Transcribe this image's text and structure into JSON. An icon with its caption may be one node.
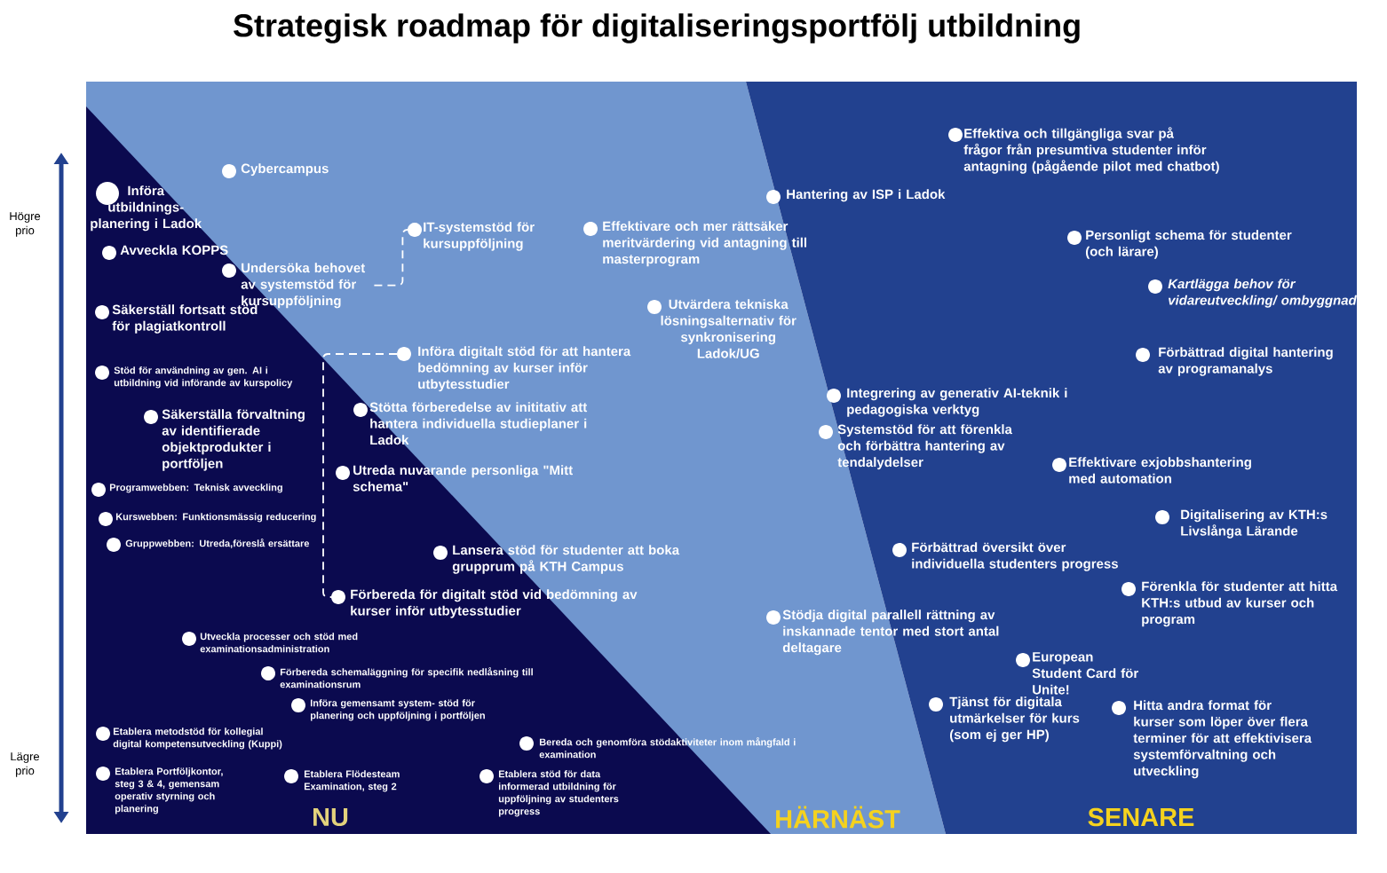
{
  "diagram": {
    "title": "Strategisk roadmap för digitaliseringsportfölj utbildning",
    "nodes": [
      {
        "text": [
          "Införa utbildnings- planering i Ladok"
        ]
      },
      {
        "text": [
          "Cybercampus"
        ]
      },
      {
        "text": [
          "Avveckla KOPPS"
        ]
      },
      {
        "text": [
          "Undersöka behovet av systemstöd för kursuppföljning"
        ]
      },
      {
        "text": [
          "IT-systemstöd för kursuppföljning"
        ]
      },
      {
        "text": [
          "Effektivare och mer rättsäker meritvärdering vid antagning till masterprogram"
        ]
      },
      {
        "text": [
          "Säkerställ fortsatt stöd för plagiatkontroll"
        ]
      },
      {
        "text": [
          "Utvärdera tekniska lösningsalternativ för synkronisering Ladok/UG"
        ]
      },
      {
        "text": [
          "Stöd för användning av gen. AI i utbildning vid införande av kurspolicy"
        ]
      },
      {
        "text": [
          "Införa digitalt stöd för att hantera bedömning av kurser inför utbytesstudier"
        ]
      },
      {
        "text": [
          "Säkerställa förvaltning av identifierade objektprodukter i portföljen"
        ]
      },
      {
        "text": [
          "Stötta förberedelse av inititativ att hantera individuella studieplaner i Ladok"
        ]
      },
      {
        "text": [
          "Utreda nuvarande personliga \"Mitt schema\""
        ]
      },
      {
        "text": [
          "Programwebben: Teknisk avveckling"
        ]
      },
      {
        "text": [
          "Kurswebben: Funktionsmässig reducering"
        ]
      },
      {
        "text": [
          "Gruppwebben: Utreda,föreslå ersättare"
        ]
      },
      {
        "text": [
          "Lansera stöd för studenter att boka grupprum på KTH Campus"
        ]
      },
      {
        "text": [
          "Förbereda för digitalt stöd vid bedömning av kurser inför utbytesstudier"
        ]
      },
      {
        "text": [
          "Utveckla processer och stöd med examinationsadministration"
        ]
      },
      {
        "text": [
          "Förbereda schemaläggning för specifik nedlåsning till examinationsrum"
        ]
      },
      {
        "text": [
          "Införa gemensamt system- stöd för planering och uppföljning i portföljen"
        ]
      },
      {
        "text": [
          "Etablera metodstöd för kollegial digital kompetensutveckling (Kuppi)"
        ]
      },
      {
        "text": [
          "Bereda och genomföra stödaktiviteter inom mångfald i examination"
        ]
      },
      {
        "text": [
          "Etablera Portföljkontor, steg 3 & 4, gemensam operativ styrning och planering"
        ]
      },
      {
        "text": [
          "Etablera Flödesteam Examination, steg 2"
        ]
      },
      {
        "text": [
          "Etablera stöd för data informerad utbildning för uppföljning av studenters progress"
        ]
      },
      {
        "text": [
          "Effektiva och tillgängliga svar på frågor från presumtiva studenter inför antagning (pågående pilot med chatbot)"
        ]
      },
      {
        "text": [
          "Hantering av ISP i Ladok"
        ]
      },
      {
        "text": [
          "Personligt schema för studenter (och lärare)"
        ]
      },
      {
        "text": [
          "Kartlägga behov för vidareutveckling/ ombyggnad"
        ]
      },
      {
        "text": [
          "Förbättrad digital hantering av programanalys"
        ]
      },
      {
        "text": [
          "Integrering av generativ AI-teknik i pedagogiska verktyg"
        ]
      },
      {
        "text": [
          "Systemstöd för att förenkla och förbättra hantering av tendalydelser"
        ]
      },
      {
        "text": [
          "Effektivare exjobbshantering med automation"
        ]
      },
      {
        "text": [
          "Digitalisering av KTH:s Livslånga Lärande"
        ]
      },
      {
        "text": [
          "Förbättrad översikt över individuella studenters progress"
        ]
      },
      {
        "text": [
          "Förenkla för studenter att hitta KTH:s utbud av kurser och program"
        ]
      },
      {
        "text": [
          "Stödja digital parallell rättning av inskannade tentor med stort antal deltagare"
        ]
      },
      {
        "text": [
          "European Student Card för Unite!"
        ]
      },
      {
        "text": [
          "Tjänst för digitala utmärkelser för kurs (som ej ger HP)"
        ]
      },
      {
        "text": [
          "Hitta andra format för kurser som löper över flera terminer för att effektivisera systemförvaltning och utveckling"
        ]
      }
    ],
    "edges": [
      {
        "from": 3,
        "to": 4,
        "arrow": "none",
        "style": "dashed"
      },
      {
        "from": 9,
        "to": 17,
        "arrow": "none",
        "style": "dashed"
      }
    ],
    "labels": [
      "Högre prio",
      "Lägre prio",
      "NU",
      "HÄRNÄST",
      "SENARE"
    ]
  }
}
